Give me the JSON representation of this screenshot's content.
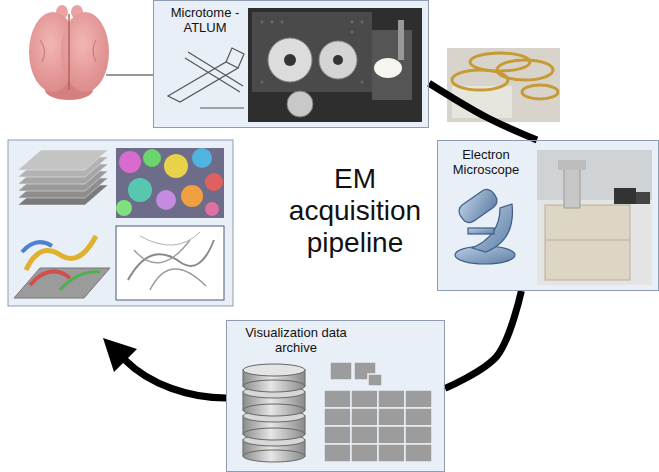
{
  "diagram": {
    "title": "EM acquisition pipeline",
    "nodes": [
      {
        "text": [
          "Microtome - ATLUM"
        ]
      },
      {
        "text": [
          "Electron Microscope"
        ]
      },
      {
        "text": [
          "Visualization data archive"
        ]
      }
    ],
    "edges": [
      {
        "from": 0,
        "to": 1,
        "arrow": "none"
      },
      {
        "from": 1,
        "to": 2,
        "arrow": "none"
      }
    ]
  }
}
